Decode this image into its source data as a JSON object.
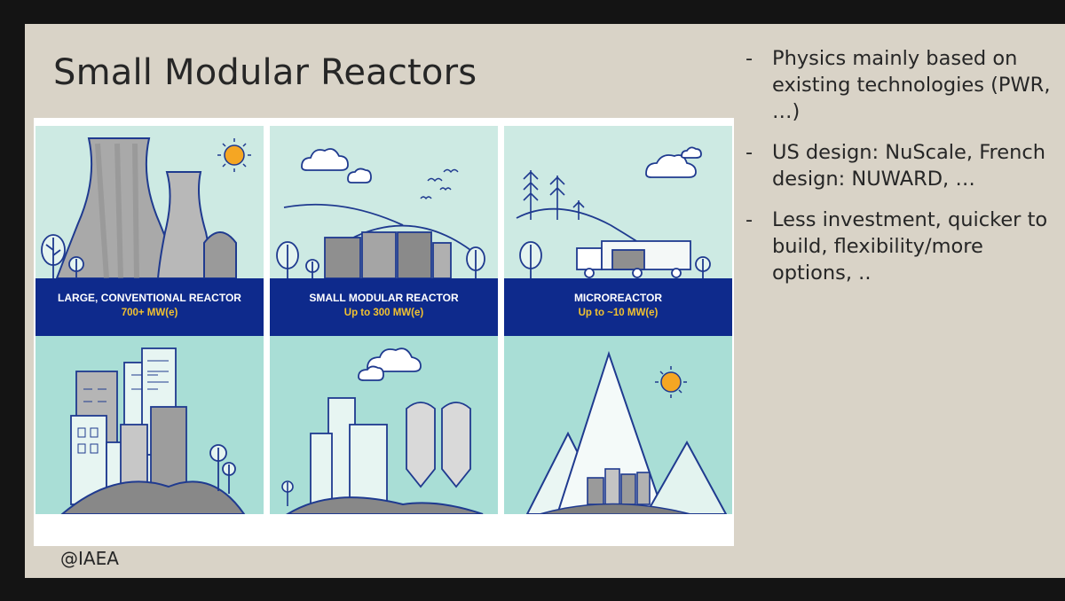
{
  "slide": {
    "title": "Small Modular Reactors",
    "credit": "@IAEA"
  },
  "panels": [
    {
      "label": "LARGE, CONVENTIONAL REACTOR",
      "capacity": "700+ MW(e)"
    },
    {
      "label": "SMALL MODULAR REACTOR",
      "capacity": "Up to 300 MW(e)"
    },
    {
      "label": "MICROREACTOR",
      "capacity": "Up to ~10 MW(e)"
    }
  ],
  "bullets": [
    {
      "marker": "-",
      "text": "Physics mainly based on existing technologies (PWR, …)"
    },
    {
      "marker": "-",
      "text": "US design: NuScale, French design: NUWARD, …"
    },
    {
      "marker": "-",
      "text": "Less investment, quicker to build, flexibility/more options, .."
    }
  ],
  "colors": {
    "slide_background": "#d9d3c7",
    "sky": "#cdeae3",
    "ground": "#a9ded6",
    "band": "#0e2a8c",
    "capacity_text": "#f2c230",
    "sun": "#f5a623",
    "outline": "#1f3a8f"
  }
}
